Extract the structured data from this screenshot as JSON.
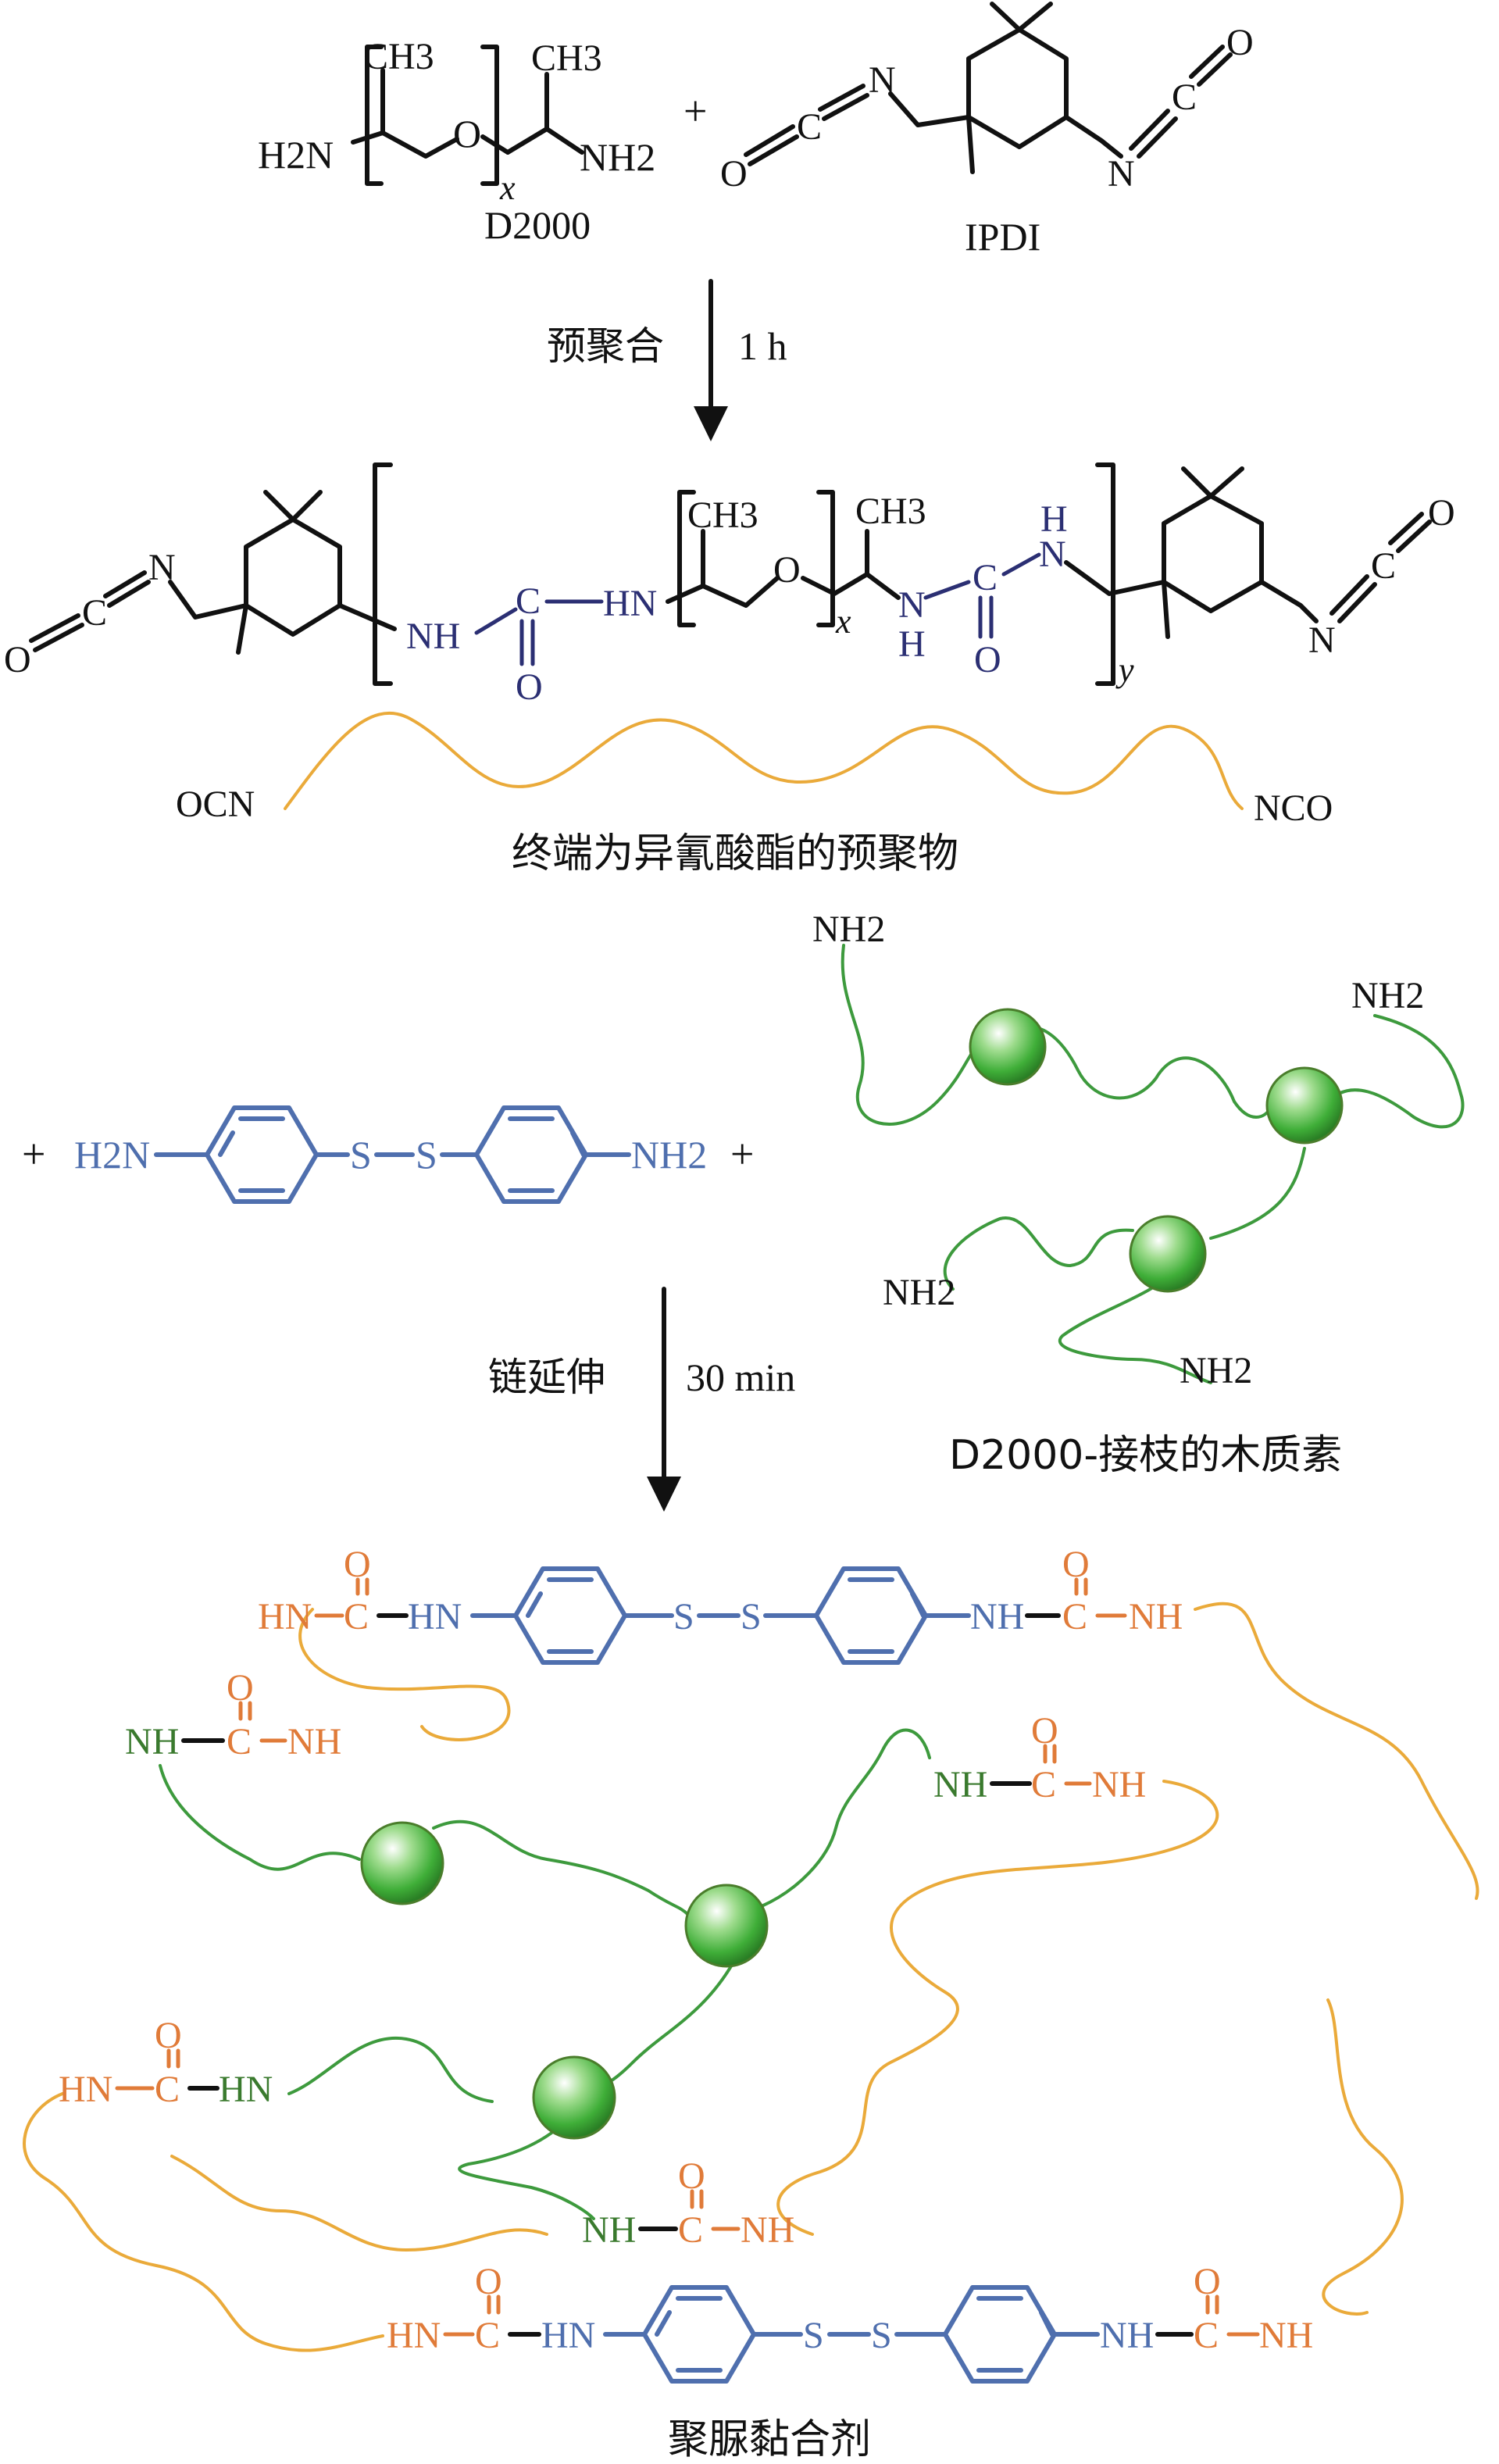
{
  "reactants": {
    "d2000_name": "D2000",
    "ipdi_name": "IPDI",
    "plus": "+",
    "ch3": "CH3",
    "h2n": "H2N",
    "nh2": "NH2",
    "o": "O",
    "n": "N",
    "c": "C",
    "x": "x"
  },
  "step1": {
    "label": "预聚合",
    "time": "1 h"
  },
  "prepolymer": {
    "nh": "NH",
    "hn": "HN",
    "h": "H",
    "y": "y",
    "ocn": "OCN",
    "nco": "NCO",
    "caption": "终端为异氰酸酯的预聚物"
  },
  "chain_extender": {
    "h2n": "H2N",
    "s": "S",
    "nh2": "NH2"
  },
  "grafted": {
    "nh2": "NH2",
    "caption": "D2000-接枝的木质素"
  },
  "step2": {
    "label": "链延伸",
    "time": "30 min"
  },
  "product": {
    "hn": "HN",
    "nh": "NH",
    "c": "C",
    "o": "O",
    "s": "S",
    "caption": "聚脲黏合剂"
  },
  "colors": {
    "black": "#111111",
    "navy": "#2b2f73",
    "blue": "#4f6fae",
    "orange": "#e07b39",
    "green": "#3d9a3d",
    "yellow": "#eaaa3a",
    "sphere": "#56b846"
  }
}
